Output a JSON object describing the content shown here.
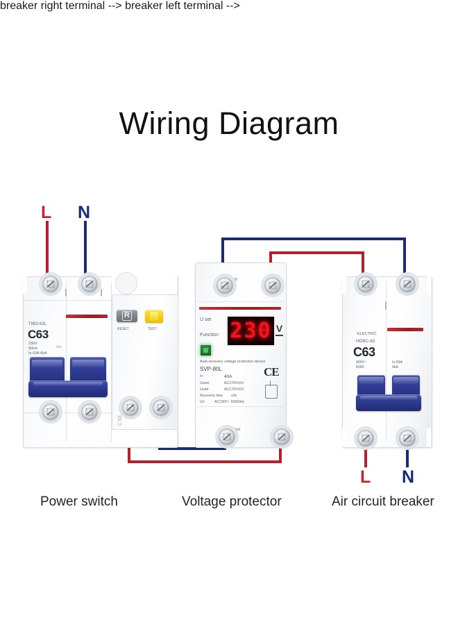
{
  "page": {
    "title": "Wiring Diagram",
    "background": "#ffffff"
  },
  "colors": {
    "live_red": "#b61f2b",
    "neutral_blue": "#1b2a7a",
    "label_l": "#cf2230",
    "label_n": "#152a7d",
    "lcd_red": "#f5121c",
    "led_green": "#2f9b3d",
    "lever_blue": "#2a3687"
  },
  "terminals": {
    "l_label": "L",
    "n_label": "N"
  },
  "devices": [
    {
      "id": "power-switch",
      "caption": "Power switch",
      "type": "rcbo",
      "rating": "C63",
      "brand_line": "TIBO-63L",
      "spec_lines": [
        "230V",
        "50Hz",
        "In 63A  6kA"
      ],
      "reset_button": {
        "glyph": "R",
        "label": "RESET"
      },
      "test_button": {
        "label": "TEST"
      },
      "side_mark": "C 63"
    },
    {
      "id": "voltage-protector",
      "caption": "Voltage protector",
      "type": "auto-recovery-voltage-protector",
      "display_value": "230",
      "display_unit": "V",
      "set_label": "U set",
      "function_label": "Function",
      "led_state": "on",
      "title_line": "Auto-recovery voltage protective device",
      "model": "SVP-80L",
      "spec_rows": [
        {
          "key": "In",
          "value": "40A"
        },
        {
          "key": "Uover",
          "value": "AC270V±5V"
        },
        {
          "key": "Uund",
          "value": "AC170V±5V"
        },
        {
          "key": "Recovery time",
          "value": "≤5s"
        },
        {
          "key": "Un",
          "value": "AC230V~ 50/60Hz"
        }
      ],
      "ce_mark": "CE",
      "top_terminal_labels": [
        "N in",
        "L in"
      ],
      "bottom_terminal_labels": [
        "N out",
        "L out"
      ]
    },
    {
      "id": "air-circuit-breaker",
      "caption": "Air circuit breaker",
      "type": "mcb-2p",
      "rating": "C63",
      "brand_line": "ELECTRIC",
      "model_line": "HDBC-63",
      "spec_lines": [
        "400V~",
        "6000",
        "In 63A",
        "6kA"
      ]
    }
  ],
  "wires": [
    {
      "id": "supply-l",
      "from": "L source",
      "to": "power-switch top-left",
      "color": "#b61f2b"
    },
    {
      "id": "supply-n",
      "from": "N source",
      "to": "power-switch top-right",
      "color": "#1b2a7a"
    },
    {
      "id": "ps-out-l",
      "from": "power-switch bottom-left",
      "to": "voltage-protector bottom-right",
      "color": "#b61f2b"
    },
    {
      "id": "ps-out-n",
      "from": "power-switch bottom-right",
      "to": "voltage-protector bottom-left",
      "color": "#1b2a7a"
    },
    {
      "id": "vp-top-n",
      "from": "voltage-protector top-left",
      "to": "breaker top-right",
      "color": "#1b2a7a"
    },
    {
      "id": "vp-top-l",
      "from": "voltage-protector top-right",
      "to": "breaker top-left",
      "color": "#b61f2b"
    },
    {
      "id": "load-l",
      "from": "breaker bottom-left",
      "to": "L load",
      "color": "#b61f2b"
    },
    {
      "id": "load-n",
      "from": "breaker bottom-right",
      "to": "N load",
      "color": "#1b2a7a"
    }
  ]
}
